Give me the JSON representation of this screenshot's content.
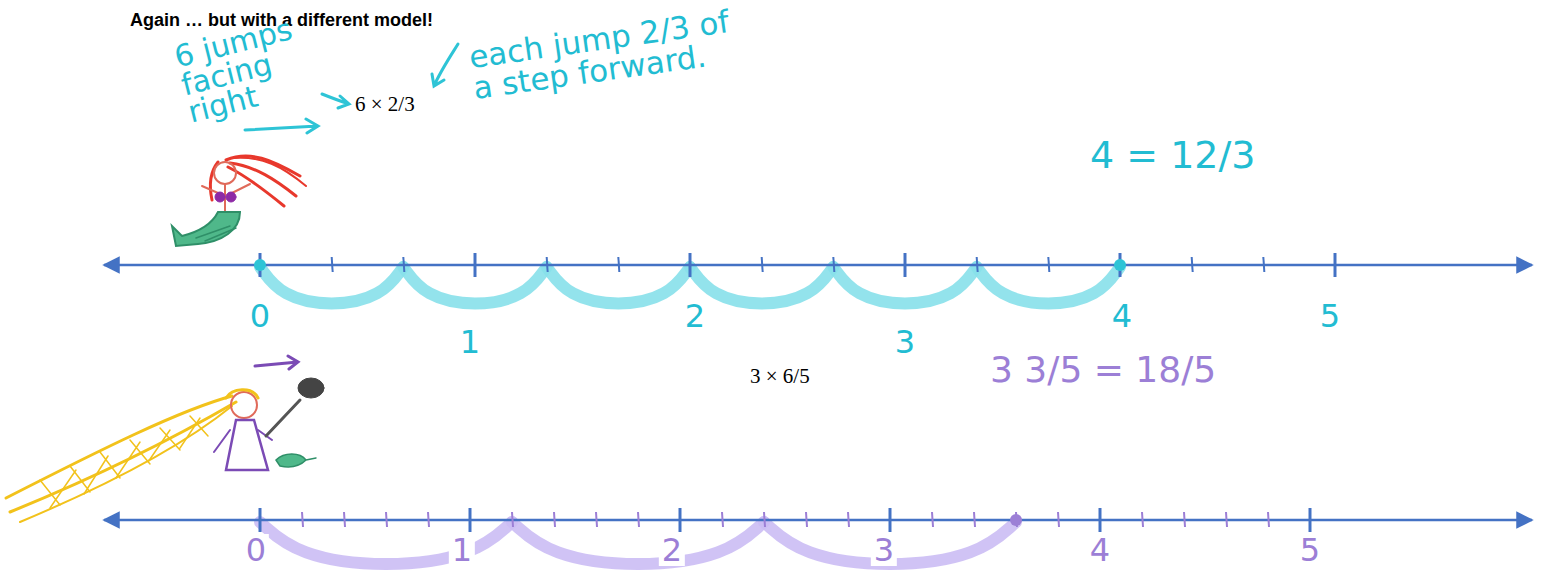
{
  "diagram": {
    "title": "Again … but with a different model!",
    "labels": [
      "6 jumps facing right",
      "6 × 2/3",
      "each jump 2/3 of a step forward.",
      "4 = 12/3",
      "0",
      "1",
      "2",
      "3",
      "4",
      "5",
      "3 × 6/5",
      "3 3/5 = 18/5",
      "0",
      "1",
      "2",
      "3",
      "4",
      "5"
    ]
  }
}
